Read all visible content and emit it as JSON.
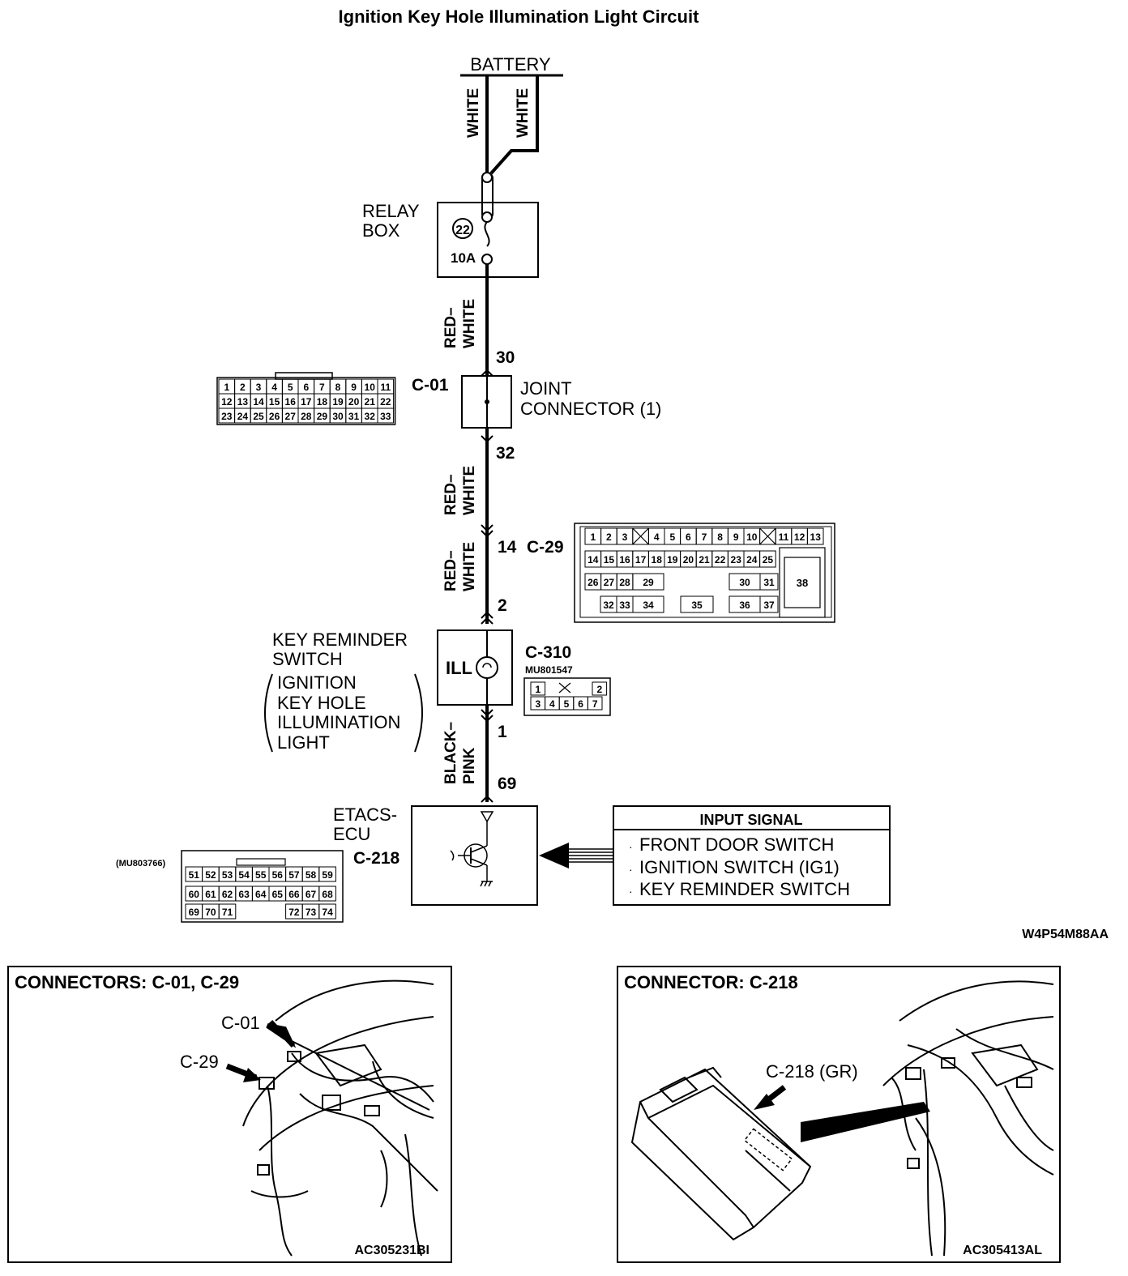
{
  "title": "Ignition Key Hole Illumination Light Circuit",
  "battery": "BATTERY",
  "wires": {
    "white_a": "WHITE",
    "white_b": "WHITE",
    "red_white_1": "RED-\nWHITE",
    "red_white_2": "RED-\nWHITE",
    "red_white_3": "RED-\nWHITE",
    "black_pink": "BLACK-\nPINK"
  },
  "relay_box": {
    "label_line1": "RELAY",
    "label_line2": "BOX",
    "fuse_number": "22",
    "fuse_rating": "10A"
  },
  "pins": {
    "p30": "30",
    "p32": "32",
    "p14": "14",
    "p2": "2",
    "p1": "1",
    "p69": "69"
  },
  "joint_connector": {
    "id": "C-01",
    "line1": "JOINT",
    "line2": "CONNECTOR (1)"
  },
  "c01_grid": {
    "rows": [
      [
        "1",
        "2",
        "3",
        "4",
        "5",
        "6",
        "7",
        "8",
        "9",
        "10",
        "11"
      ],
      [
        "12",
        "13",
        "14",
        "15",
        "16",
        "17",
        "18",
        "19",
        "20",
        "21",
        "22"
      ],
      [
        "23",
        "24",
        "25",
        "26",
        "27",
        "28",
        "29",
        "30",
        "31",
        "32",
        "33"
      ]
    ]
  },
  "c29": {
    "id": "C-29",
    "row1": [
      "1",
      "2",
      "3",
      "",
      "4",
      "5",
      "6",
      "7",
      "8",
      "9",
      "10",
      "",
      "11",
      "12",
      "13"
    ],
    "row2": [
      "14",
      "15",
      "16",
      "17",
      "18",
      "19",
      "20",
      "21",
      "22",
      "23",
      "24",
      "25"
    ],
    "row3_left": [
      "26",
      "27",
      "28"
    ],
    "row3_mid": [
      "29",
      "30",
      "31"
    ],
    "row4": [
      "32",
      "33",
      "34",
      "35",
      "36",
      "37"
    ],
    "big": "38"
  },
  "key_reminder": {
    "line1": "KEY REMINDER",
    "line2": "SWITCH",
    "sub1": "IGNITION",
    "sub2": "KEY HOLE",
    "sub3": "ILLUMINATION",
    "sub4": "LIGHT",
    "ill": "ILL"
  },
  "c310": {
    "id": "C-310",
    "part": "MU801547",
    "row1": [
      "1",
      "2"
    ],
    "row2": [
      "3",
      "4",
      "5",
      "6",
      "7"
    ]
  },
  "etacs": {
    "line1": "ETACS-",
    "line2": "ECU",
    "id": "C-218",
    "part": "(MU803766)",
    "row1": [
      "51",
      "52",
      "53",
      "54",
      "55",
      "56",
      "57",
      "58",
      "59"
    ],
    "row2": [
      "60",
      "61",
      "62",
      "63",
      "64",
      "65",
      "66",
      "67",
      "68"
    ],
    "row3": [
      "69",
      "70",
      "71",
      "72",
      "73",
      "74"
    ]
  },
  "input_signal": {
    "header": "INPUT SIGNAL",
    "items": [
      "FRONT DOOR SWITCH",
      "IGNITION SWITCH (IG1)",
      "KEY REMINDER SWITCH"
    ]
  },
  "diagram_code": "W4P54M88AA",
  "panel_left": {
    "title": "CONNECTORS: C-01, C-29",
    "label_c01": "C-01",
    "label_c29": "C-29",
    "code": "AC305231BI"
  },
  "panel_right": {
    "title": "CONNECTOR: C-218",
    "label": "C-218 (GR)",
    "code": "AC305413AL"
  }
}
